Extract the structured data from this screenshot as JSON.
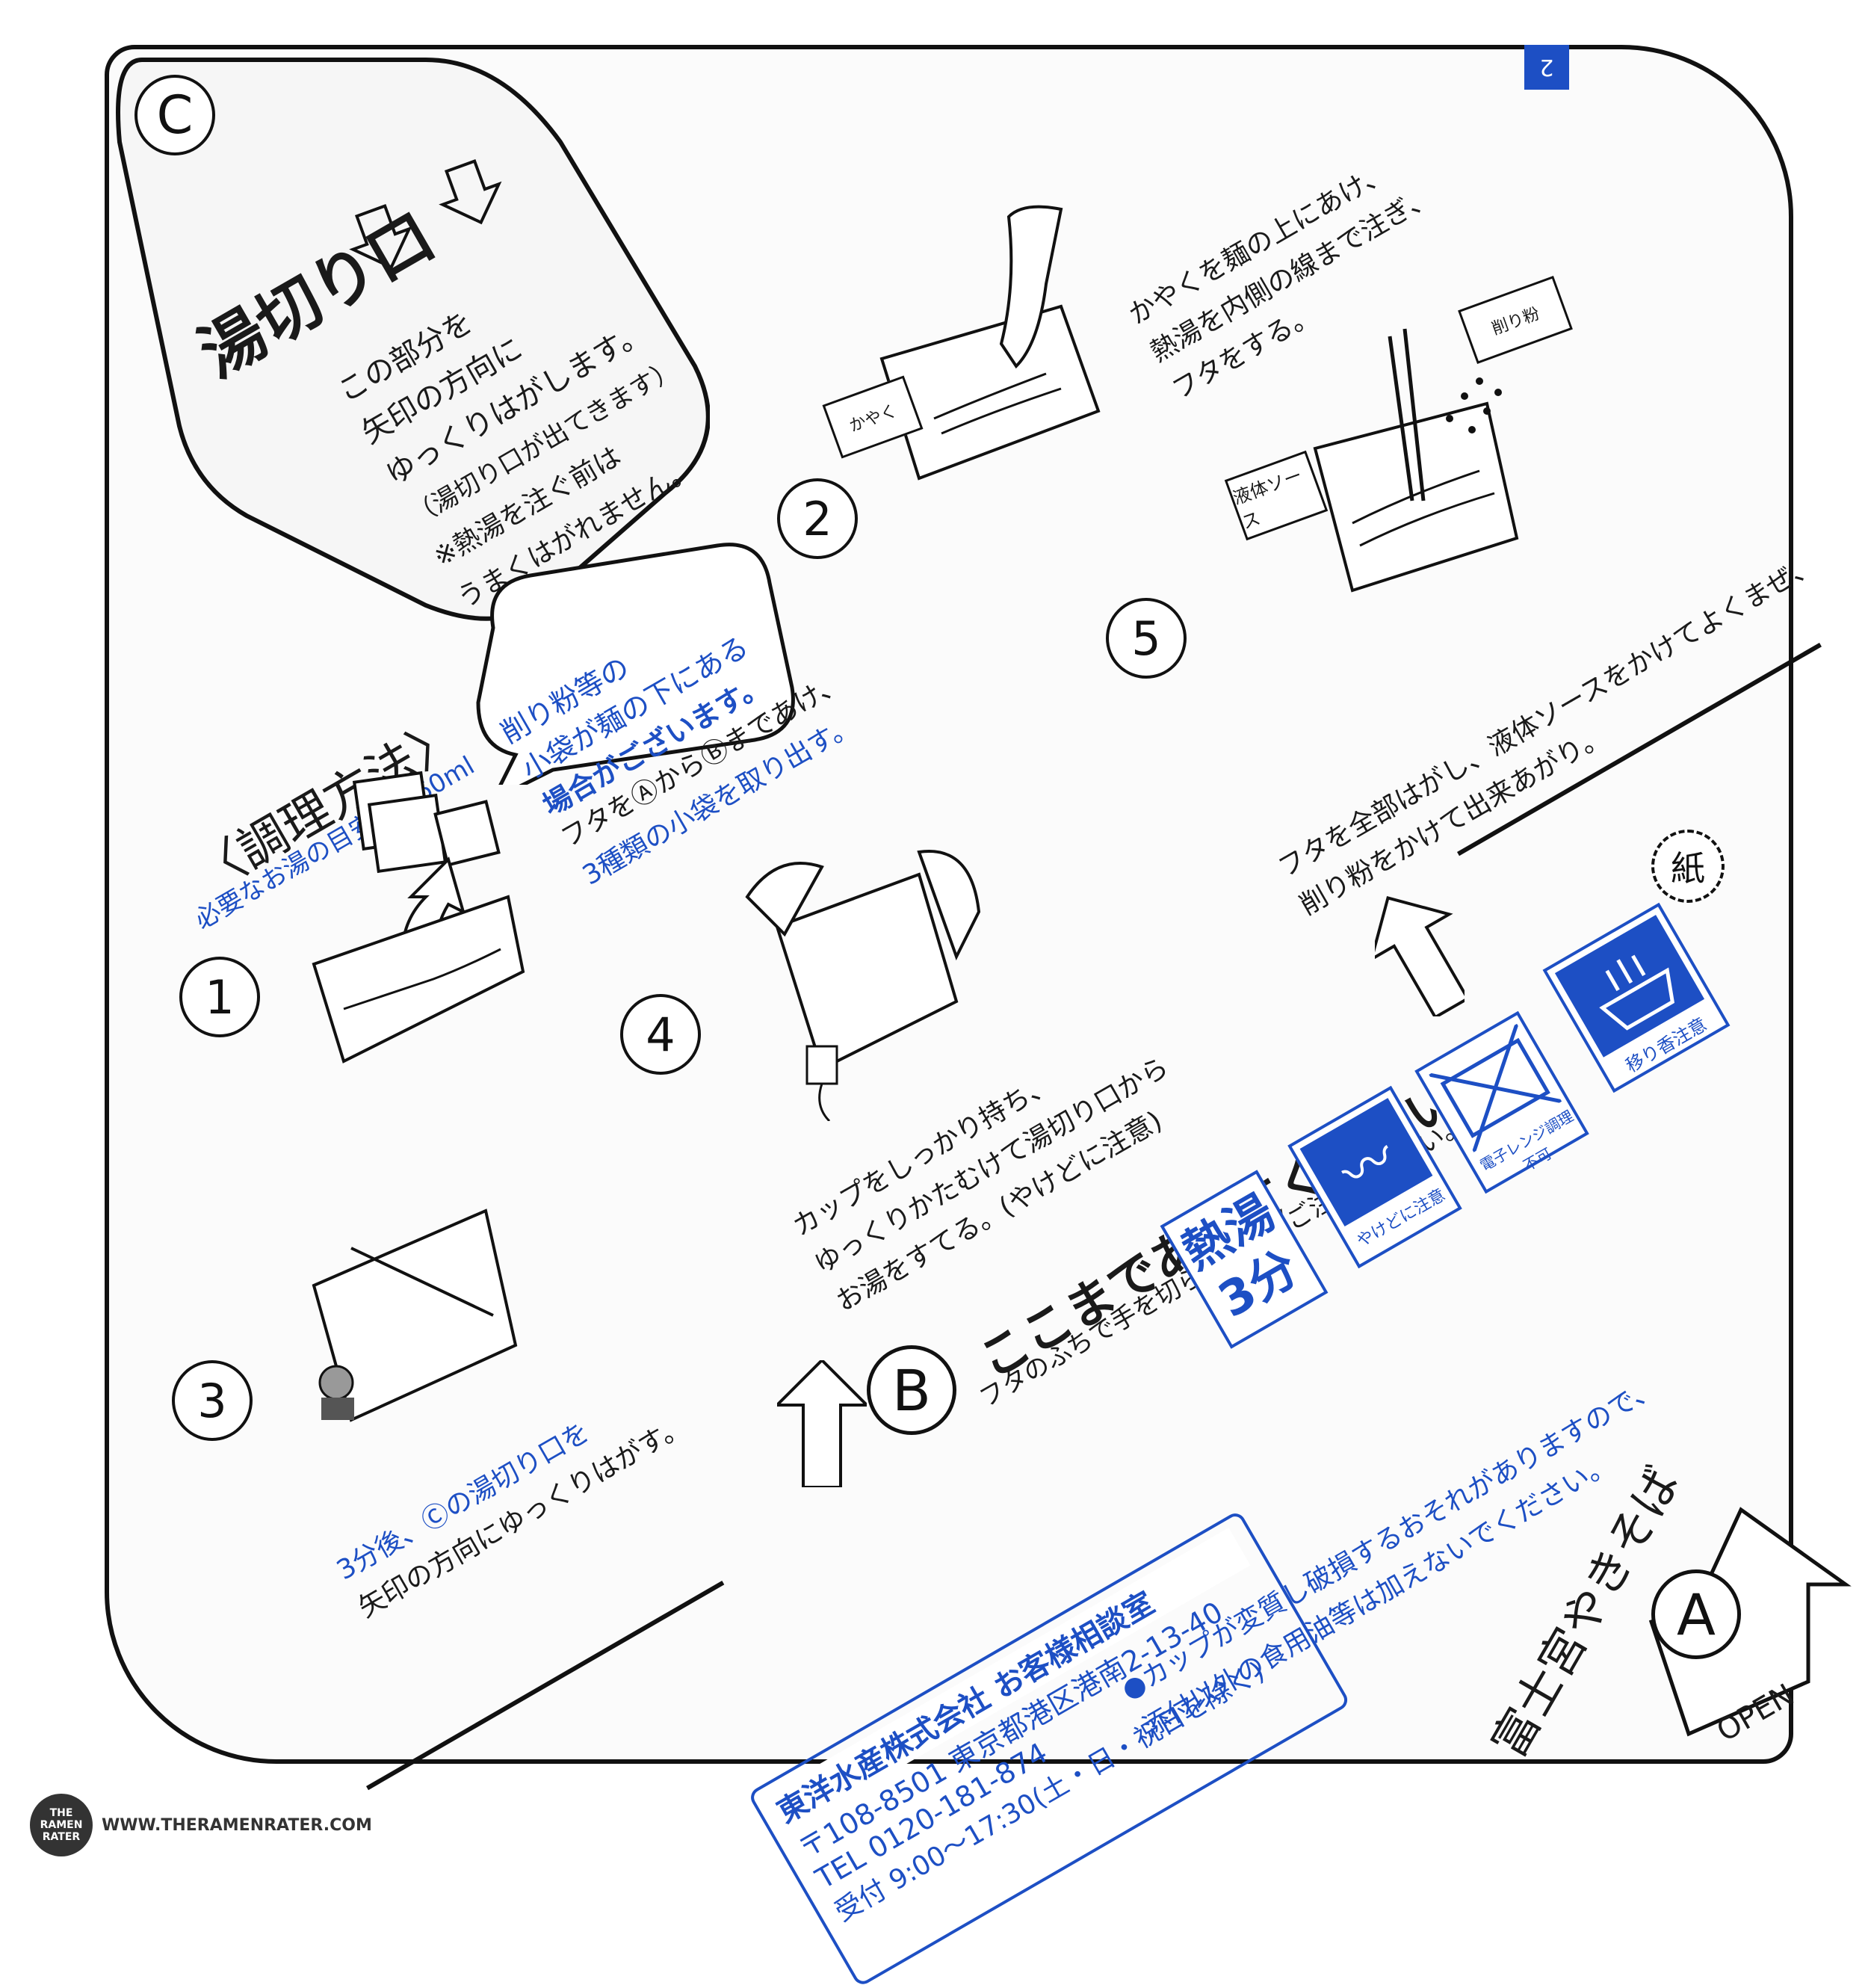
{
  "page_marker": "2",
  "yukiriguchi": {
    "label_c": "C",
    "title": "湯切り口",
    "lines": [
      "この部分を",
      "矢印の方向に",
      "ゆっくりはがします。",
      "（湯切り口が出てきます）",
      "※熱湯を注ぐ前は",
      "うまくはがれません。"
    ]
  },
  "method": {
    "heading": "〈調理方法〉",
    "water_amount": "必要なお湯の目安量:660ml",
    "note_bubble": [
      "削り粉等の",
      "小袋が麺の下にある",
      "場合がございます。"
    ]
  },
  "steps": {
    "s1": {
      "num": "1",
      "lines": [
        "フタをⒶからⒷまであけ、",
        "3種類の小袋を取り出す。"
      ]
    },
    "s2": {
      "num": "2",
      "lines": [
        "かやくを麺の上にあけ、",
        "熱湯を内側の線まで注ぎ、",
        "フタをする。"
      ]
    },
    "s3": {
      "num": "3",
      "lines": [
        "3分後、Ⓒの湯切り口を",
        "矢印の方向にゆっくりはがす。"
      ]
    },
    "s4": {
      "num": "4",
      "lines": [
        "カップをしっかり持ち、",
        "ゆっくりかたむけて湯切り口から",
        "お湯をすてる。(やけどに注意)"
      ]
    },
    "s5": {
      "num": "5",
      "lines": [
        "フタを全部はがし、液体ソースをかけてよくまぜ、",
        "削り粉をかけて出来あがり。"
      ]
    }
  },
  "packets": {
    "kayaku": "かやく",
    "kezurikona": "削り粉",
    "sauce": "液体ソース"
  },
  "open_here": {
    "label_b": "B",
    "title": "ここまであけてください。",
    "sub": "フタのふちで手を切らないようご注意ください。"
  },
  "icons": {
    "hot_water": "熱湯3分",
    "burn": "やけどに注意",
    "no_microwave": "電子レンジ調理不可",
    "odor": "移り香注意",
    "paper": "紙"
  },
  "company": {
    "name": "東洋水産株式会社 お客様相談室",
    "address": "〒108-8501 東京都港区港南2-13-40",
    "tel": "TEL 0120-181-874",
    "hours": "受付 9:00〜17:30(土・日・祝日を除く)"
  },
  "warning": [
    "●カップが変質し破損するおそれがありますので、",
    "添付以外の食用油等は加えないでください。"
  ],
  "product_name": "富士宮やきそば",
  "open_tab": {
    "label_a": "A",
    "text": "OPEN"
  },
  "watermark": {
    "logo": "THE RAMEN RATER",
    "url": "WWW.THERAMENRATER.COM"
  },
  "colors": {
    "accent_blue": "#1d4fc4",
    "ink": "#111111"
  }
}
